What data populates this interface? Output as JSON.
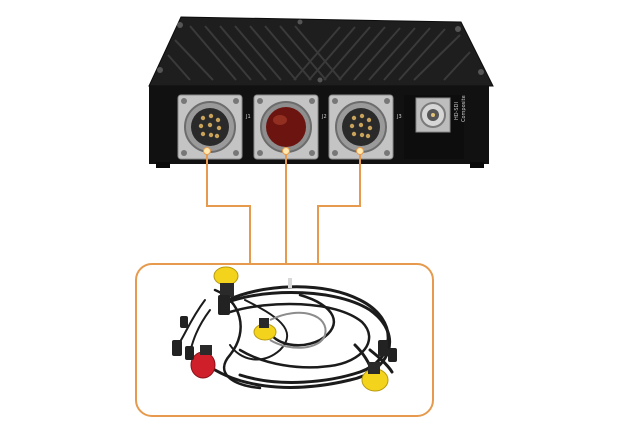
{
  "device": {
    "connectors": [
      {
        "label": "J1"
      },
      {
        "label": "J2"
      },
      {
        "label": "J3"
      }
    ],
    "bnc_label_line1": "HD-SDI",
    "bnc_label_line2": "Composite"
  },
  "colors": {
    "callout_orange": "#e59a4e",
    "chassis": "#141414",
    "chassis_top": "#232323",
    "connector_silver": "#b9b9b9",
    "connector_red": "#6b1410",
    "cap_yellow": "#f3d31c",
    "cap_red": "#cf1f2b",
    "cable_black": "#1b1b1b"
  }
}
